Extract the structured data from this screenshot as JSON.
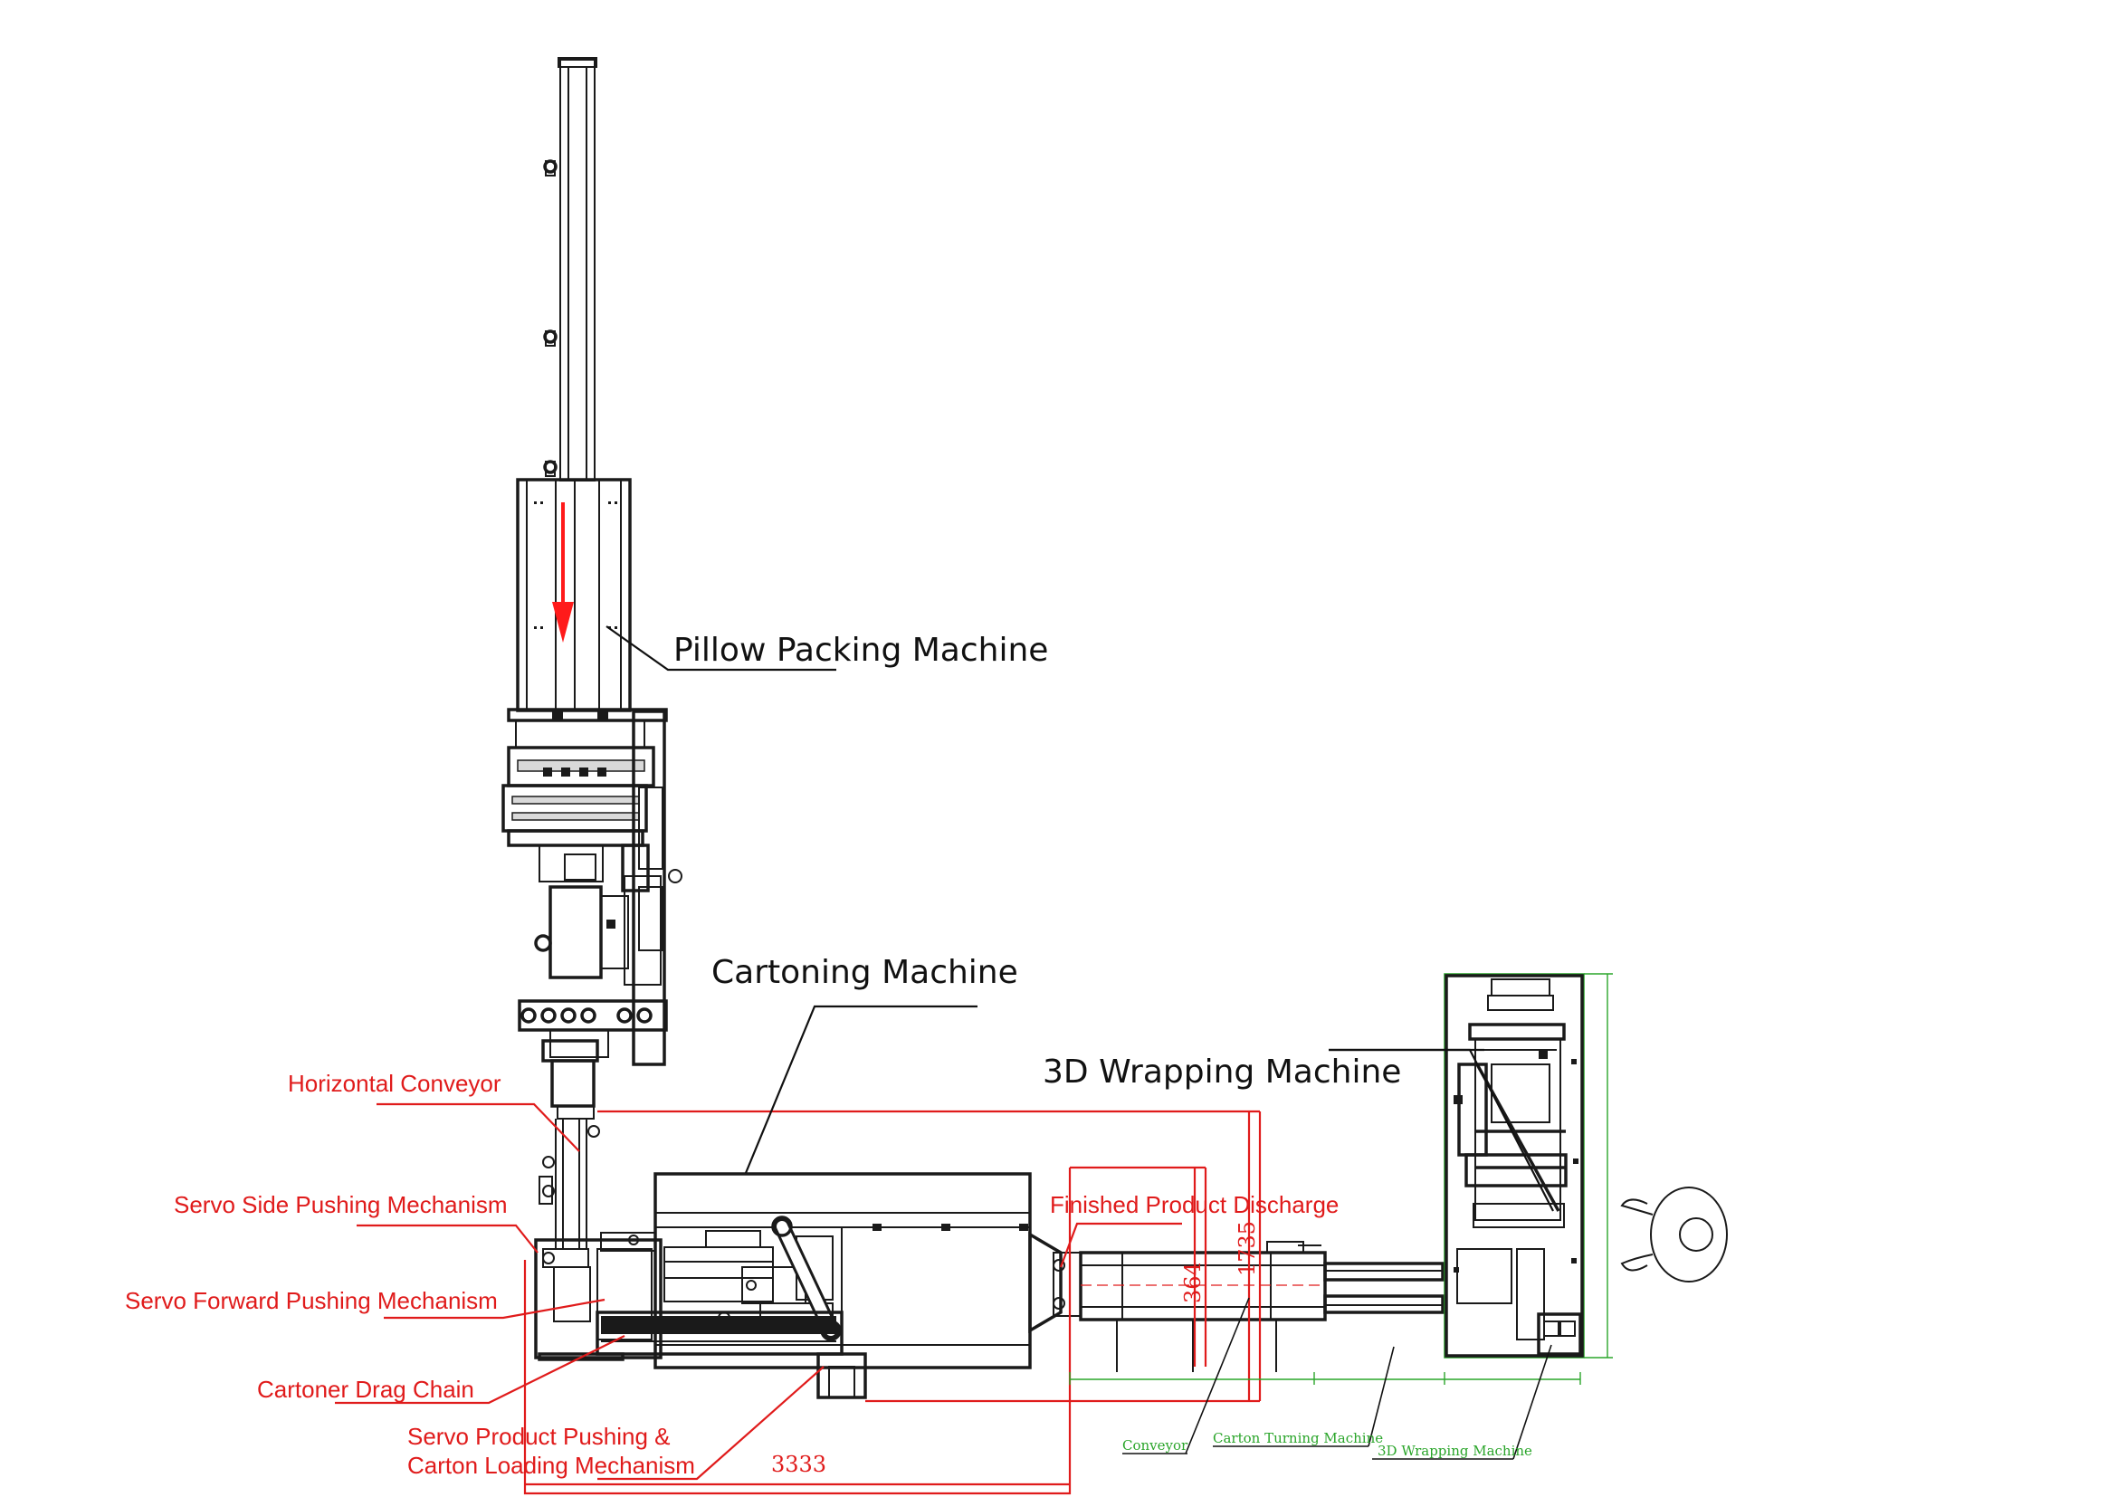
{
  "machines": {
    "pillow": "Pillow Packing Machine",
    "cartoning": "Cartoning Machine",
    "wrapping3d": "3D Wrapping Machine"
  },
  "mechanisms": {
    "horizontal_conveyor": "Horizontal Conveyor",
    "servo_side": "Servo Side Pushing Mechanism",
    "servo_forward": "Servo Forward Pushing Mechanism",
    "drag_chain": "Cartoner Drag Chain",
    "servo_product_line1": "Servo Product Pushing &",
    "servo_product_line2": "Carton Loading Mechanism",
    "finished_discharge": "Finished Product Discharge"
  },
  "sections": {
    "conveyor": "Conveyor",
    "carton_turning": "Carton Turning Machine",
    "wrapping3d_small": "3D Wrapping Machine"
  },
  "dimensions": {
    "length_main": "3333",
    "height_discharge": "364",
    "height_total": "1735"
  },
  "colors": {
    "outline": "#1a1a1a",
    "annotation_red": "#e01b1b",
    "dimension_green": "#2aa52a",
    "flow_arrow": "#ff1a1a"
  }
}
